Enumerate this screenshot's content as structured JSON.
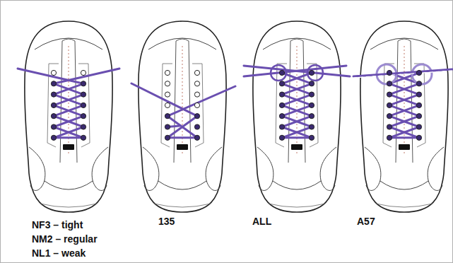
{
  "diagram": {
    "labels": [
      "NF3 – tight",
      "NM2 – regular",
      "NL1 – weak",
      "135",
      "ALL",
      "A57"
    ]
  }
}
